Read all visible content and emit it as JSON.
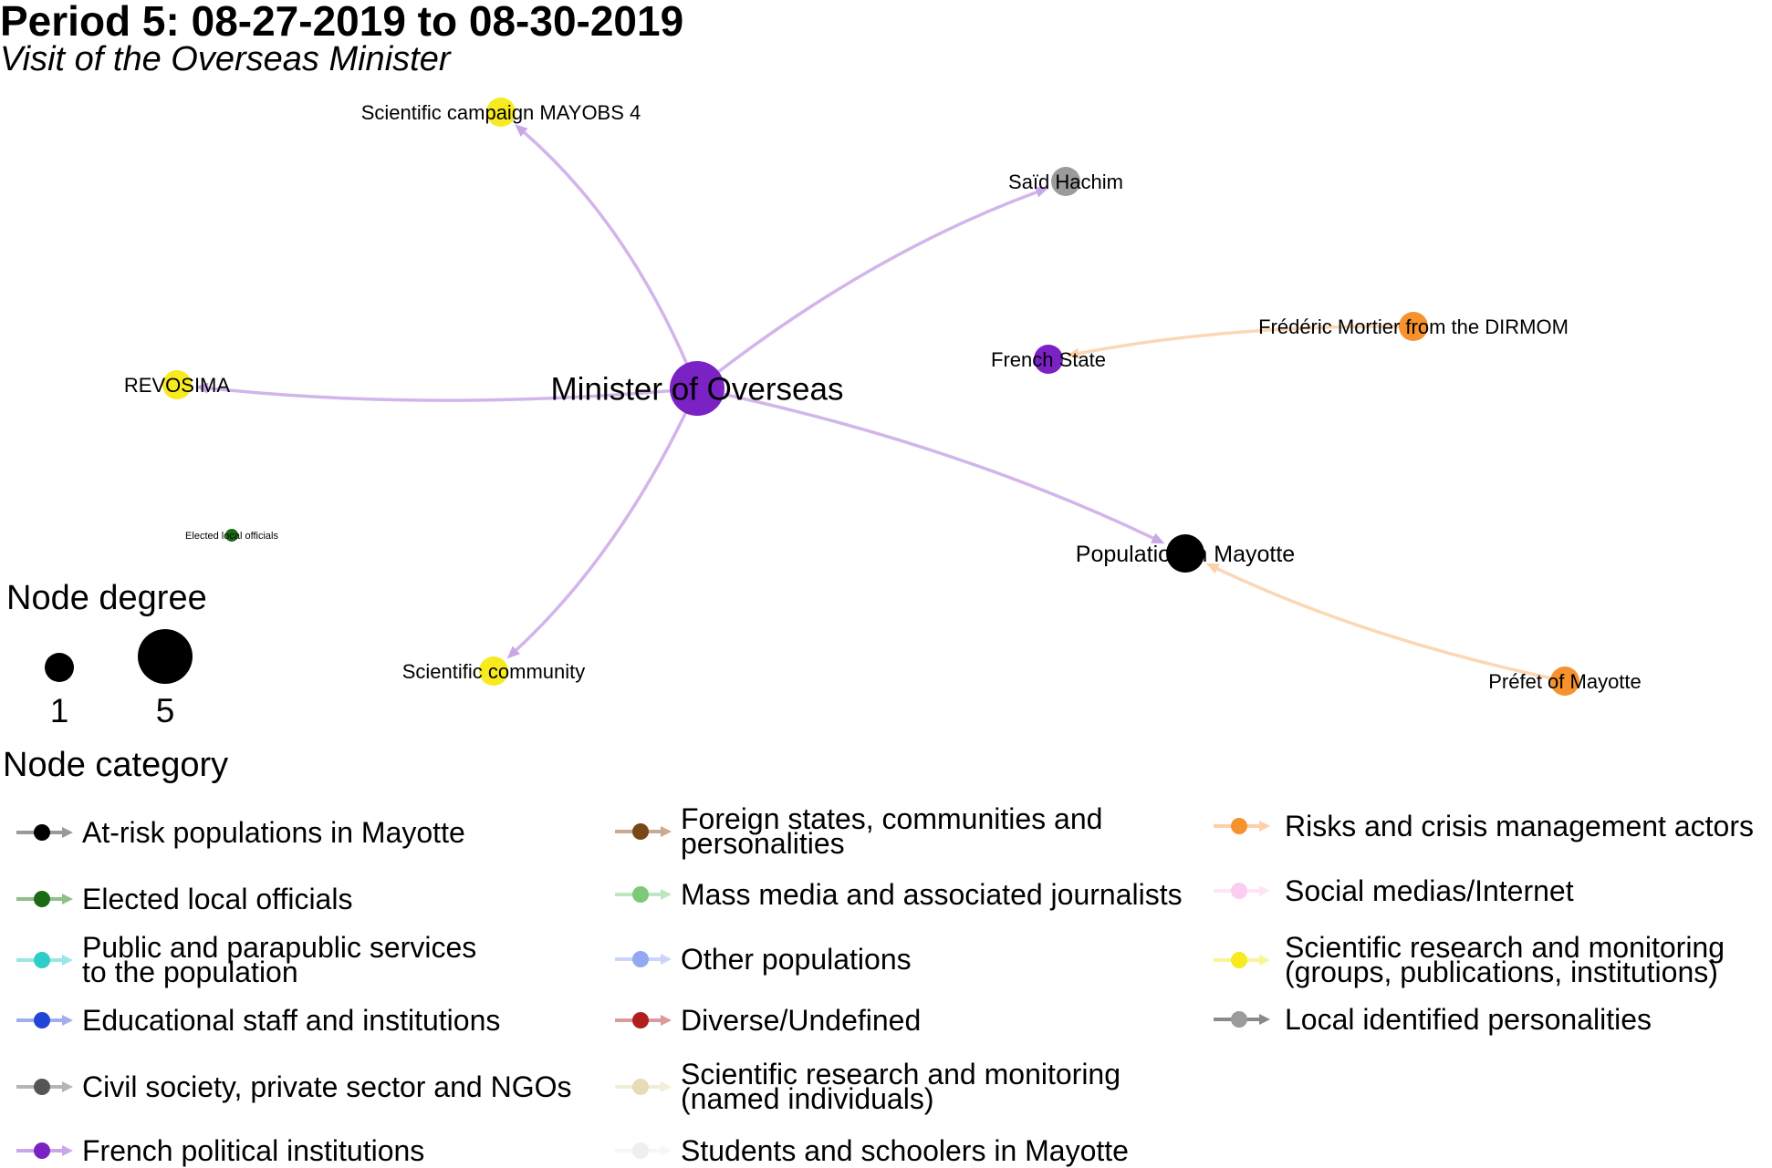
{
  "title": "Period 5: 08-27-2019 to 08-30-2019",
  "subtitle": "Visit of the Overseas Minister",
  "nodes": [
    {
      "id": "minister",
      "label": "Minister of Overseas",
      "category": "French political institutions",
      "degree": 5
    },
    {
      "id": "campaign",
      "label": "Scientific campaign MAYOBS 4",
      "category": "Scientific research and monitoring (groups, publications, institutions)",
      "degree": 1
    },
    {
      "id": "said",
      "label": "Saïd Hachim",
      "category": "Local identified personalities",
      "degree": 1
    },
    {
      "id": "frederic",
      "label": "Frédéric Mortier from the DIRMOM",
      "category": "Risks and crisis management actors",
      "degree": 1
    },
    {
      "id": "state",
      "label": "French State",
      "category": "French political institutions",
      "degree": 1
    },
    {
      "id": "revosima",
      "label": "REVOSIMA",
      "category": "Scientific research and monitoring (groups, publications, institutions)",
      "degree": 1
    },
    {
      "id": "elected",
      "label": "Elected local officials",
      "category": "Elected local officials",
      "degree": 0
    },
    {
      "id": "population",
      "label": "Population in Mayotte",
      "category": "At-risk populations in Mayotte",
      "degree": 2
    },
    {
      "id": "scicommunity",
      "label": "Scientific community",
      "category": "Scientific research and monitoring (groups, publications, institutions)",
      "degree": 1
    },
    {
      "id": "prefet",
      "label": "Préfet of Mayotte",
      "category": "Risks and crisis management actors",
      "degree": 1
    }
  ],
  "edges": [
    {
      "source": "minister",
      "target": "campaign"
    },
    {
      "source": "minister",
      "target": "said"
    },
    {
      "source": "minister",
      "target": "population"
    },
    {
      "source": "minister",
      "target": "scicommunity"
    },
    {
      "source": "minister",
      "target": "revosima"
    },
    {
      "source": "frederic",
      "target": "state"
    },
    {
      "source": "prefet",
      "target": "population"
    }
  ],
  "legend": {
    "degree_title": "Node degree",
    "degree_values": [
      "1",
      "5"
    ],
    "category_title": "Node category",
    "categories": [
      {
        "label": [
          "At-risk populations in Mayotte"
        ],
        "color": "#000000",
        "edge": "#9a9a9a"
      },
      {
        "label": [
          "Elected local officials"
        ],
        "color": "#1b6a14",
        "edge": "#8fbf8a"
      },
      {
        "label": [
          "Public and parapublic services",
          "to the population"
        ],
        "color": "#2ecdc9",
        "edge": "#9ae6e4"
      },
      {
        "label": [
          "Educational staff and institutions"
        ],
        "color": "#2244d8",
        "edge": "#a0b0ec"
      },
      {
        "label": [
          "Civil society, private sector and NGOs"
        ],
        "color": "#555555",
        "edge": "#b5b5b5"
      },
      {
        "label": [
          "French political institutions"
        ],
        "color": "#7a22c4",
        "edge": "#c9a8e8"
      },
      {
        "label": [
          "Foreign states, communities and",
          "personalities"
        ],
        "color": "#7a4718",
        "edge": "#c8ab90"
      },
      {
        "label": [
          "Mass media and associated journalists"
        ],
        "color": "#7cc97a",
        "edge": "#bfe6be"
      },
      {
        "label": [
          "Other populations"
        ],
        "color": "#92a8f2",
        "edge": "#cad5f8"
      },
      {
        "label": [
          "Diverse/Undefined"
        ],
        "color": "#b01e1e",
        "edge": "#dc9a9a"
      },
      {
        "label": [
          "Scientific research and monitoring",
          "(named individuals)"
        ],
        "color": "#e6dcb8",
        "edge": "#f2ecd8"
      },
      {
        "label": [
          "Students and schoolers in Mayotte"
        ],
        "color": "#eceff0",
        "edge": "#f5f7f7"
      },
      {
        "label": [
          "Risks and crisis management actors"
        ],
        "color": "#f7922e",
        "edge": "#fcd0a8"
      },
      {
        "label": [
          "Social medias/Internet"
        ],
        "color": "#fbcdef",
        "edge": "#fde4f6"
      },
      {
        "label": [
          "Scientific research and monitoring",
          "(groups, publications, institutions)"
        ],
        "color": "#f7ea1e",
        "edge": "#fbf39a"
      },
      {
        "label": [
          "Local identified personalities"
        ],
        "color": "#9b9b9b",
        "edge": "#8a8a8a"
      }
    ]
  }
}
